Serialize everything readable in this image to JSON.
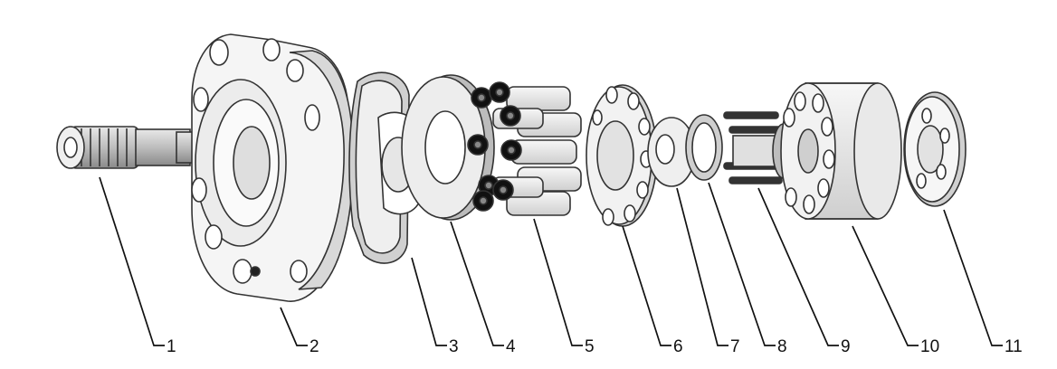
{
  "diagram": {
    "labels": [
      "1",
      "2",
      "3",
      "4",
      "5",
      "6",
      "7",
      "8",
      "9",
      "10",
      "11"
    ]
  },
  "colors": {
    "line": "#333333",
    "fill_light": "#f4f4f4",
    "fill_mid": "#dcdcdc",
    "fill_dark": "#9a9a9a",
    "black": "#111111"
  }
}
